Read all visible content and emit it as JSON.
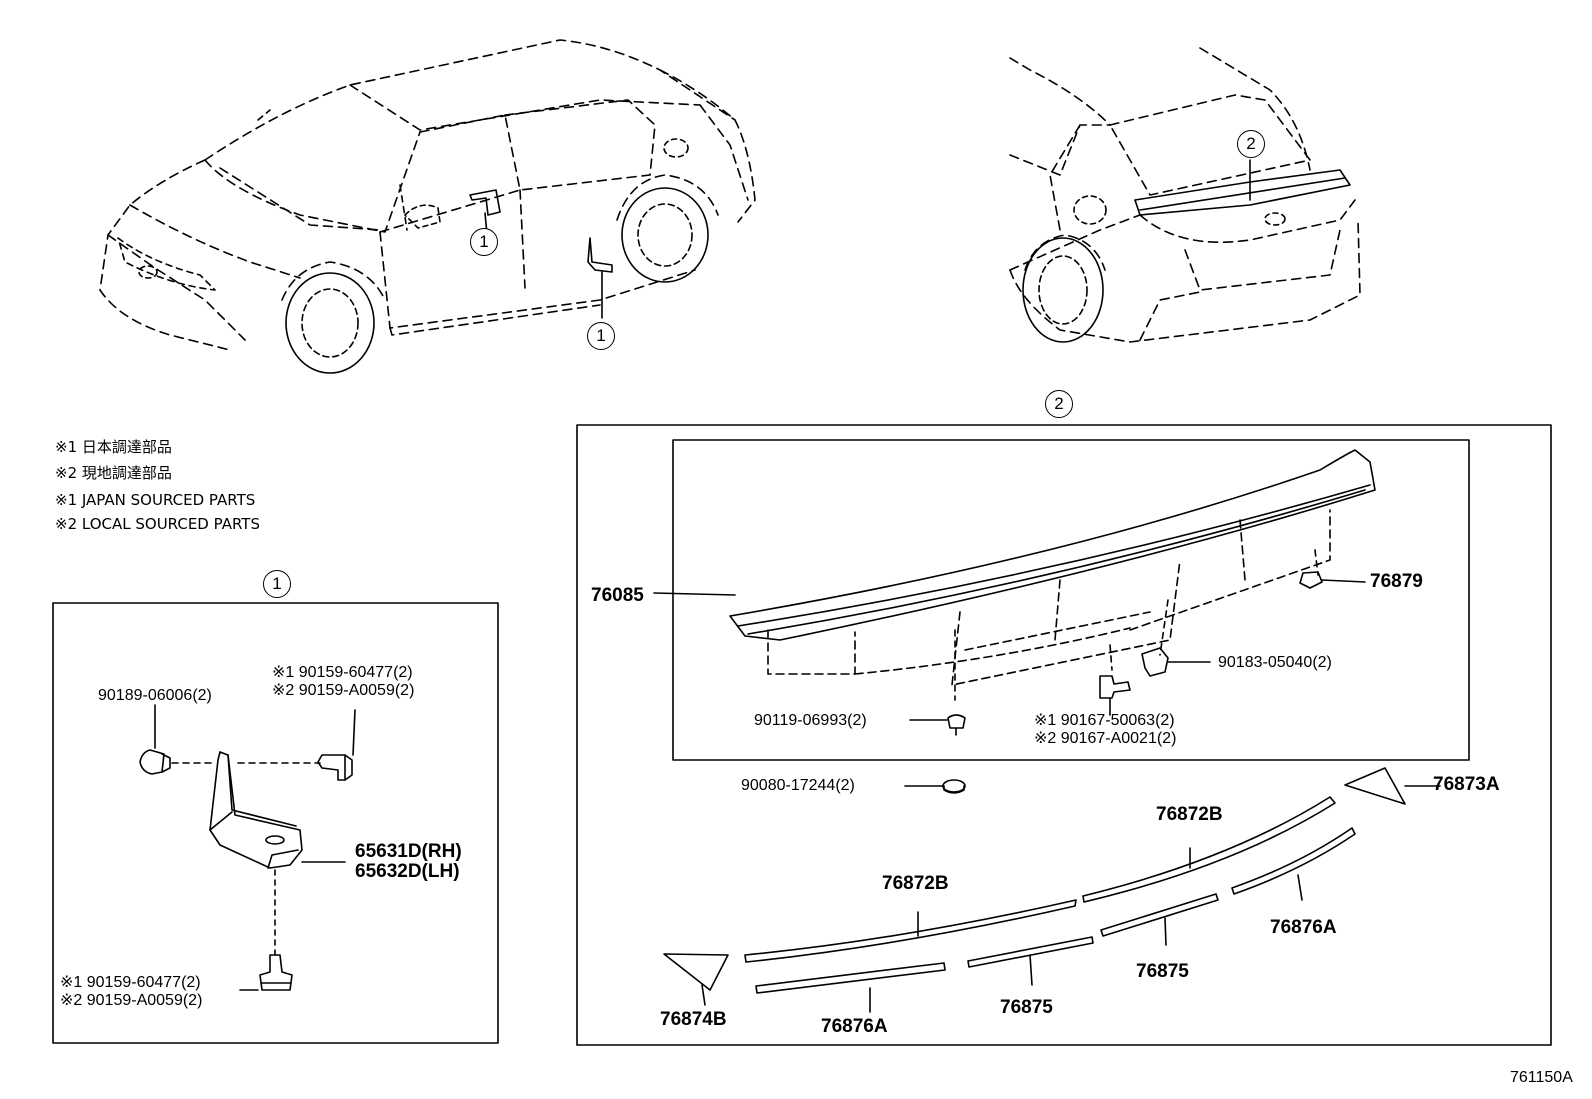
{
  "callouts": {
    "one": "1",
    "two": "2"
  },
  "notes": [
    "※1 日本調達部品",
    "※2 現地調達部品",
    "※1 JAPAN SOURCED PARTS",
    "※2 LOCAL SOURCED PARTS"
  ],
  "panel1": {
    "p90189": "90189-06006(2)",
    "p_top_1": "※1 90159-60477(2)",
    "p_top_2": "※2 90159-A0059(2)",
    "p65631": "65631D(RH)",
    "p65632": "65632D(LH)",
    "p_bot_1": "※1 90159-60477(2)",
    "p_bot_2": "※2 90159-A0059(2)"
  },
  "panel2": {
    "p76085": "76085",
    "p76879": "76879",
    "p90183": "90183-05040(2)",
    "p90119": "90119-06993(2)",
    "p90167_1": "※1 90167-50063(2)",
    "p90167_2": "※2 90167-A0021(2)",
    "p90080": "90080-17244(2)",
    "p76873A": "76873A",
    "p76872B_a": "76872B",
    "p76872B_b": "76872B",
    "p76876A_a": "76876A",
    "p76876A_b": "76876A",
    "p76875_a": "76875",
    "p76875_b": "76875",
    "p76874B": "76874B"
  },
  "diagram_code": "761150A"
}
